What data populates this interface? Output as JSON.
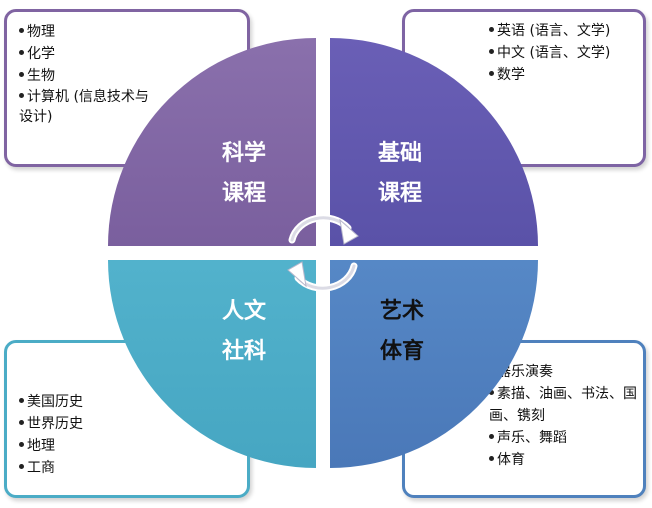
{
  "quadrants": {
    "science": {
      "line1": "科学",
      "line2": "课程",
      "color": "#8064a2"
    },
    "basic": {
      "line1": "基础",
      "line2": "课程",
      "color": "#5f57ab"
    },
    "humanities": {
      "line1": "人文",
      "line2": "社科",
      "color": "#4bacc6"
    },
    "arts": {
      "line1": "艺术",
      "line2": "体育",
      "color": "#4f7fc0"
    }
  },
  "lists": {
    "science": [
      "物理",
      "化学",
      "生物",
      "计算机 (信息技术与设计)"
    ],
    "basic": [
      "英语 (语言、文学)",
      "中文 (语言、文学)",
      "数学"
    ],
    "humanities": [
      "美国历史",
      "世界历史",
      "地理",
      "工商"
    ],
    "arts": [
      "器乐演奏",
      "素描、油画、书法、国画、镌刻",
      "声乐、舞蹈",
      "体育"
    ]
  }
}
